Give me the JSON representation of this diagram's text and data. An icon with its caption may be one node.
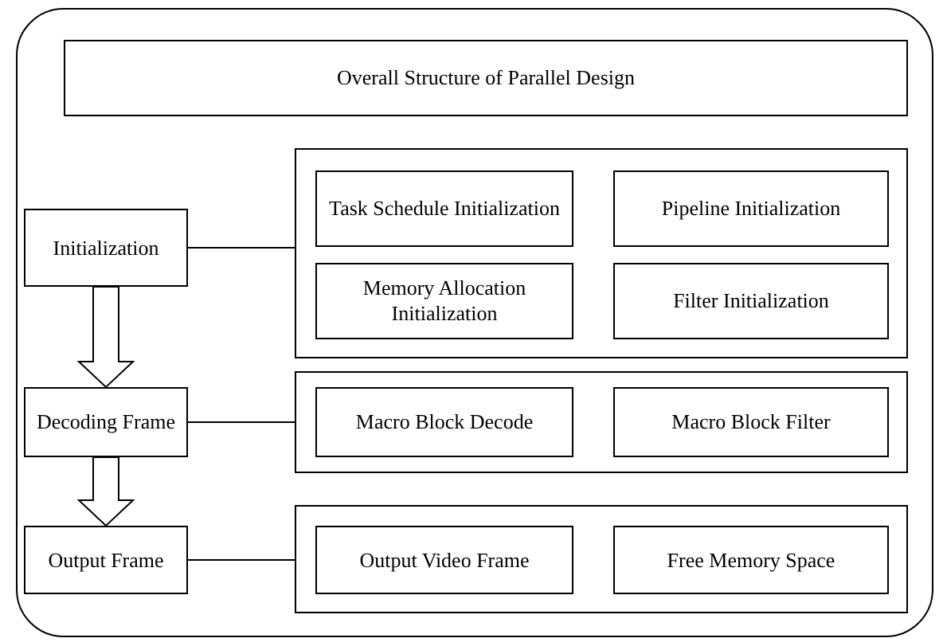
{
  "diagram": {
    "nodes": [
      {
        "text": [
          "Overall Structure of Parallel Design"
        ]
      },
      {
        "text": [
          "Initialization"
        ]
      },
      {
        "text": [],
        "shape": "box"
      },
      {
        "text": [
          "Task Schedule Initialization"
        ],
        "in": 2
      },
      {
        "text": [
          "Pipeline Initialization"
        ],
        "in": 2
      },
      {
        "text": [
          "Memory Allocation Initialization"
        ],
        "in": 2
      },
      {
        "text": [
          "Filter Initialization"
        ],
        "in": 2
      },
      {
        "text": [
          "Decoding Frame"
        ]
      },
      {
        "text": [],
        "shape": "box"
      },
      {
        "text": [
          "Macro Block Decode"
        ],
        "in": 8
      },
      {
        "text": [
          "Macro Block Filter"
        ],
        "in": 8
      },
      {
        "text": [
          "Output Frame"
        ]
      },
      {
        "text": [],
        "shape": "box"
      },
      {
        "text": [
          "Output Video Frame"
        ],
        "in": 12
      },
      {
        "text": [
          "Free Memory Space"
        ],
        "in": 12
      }
    ],
    "edges": [
      {
        "from": 1,
        "to": 2,
        "arrow": "none"
      },
      {
        "from": 7,
        "to": 8,
        "arrow": "none"
      },
      {
        "from": 11,
        "to": 12,
        "arrow": "none"
      },
      {
        "from": 1,
        "to": 7,
        "arrow": "to",
        "style": "thick"
      },
      {
        "from": 7,
        "to": 11,
        "arrow": "to",
        "style": "thick"
      }
    ]
  }
}
